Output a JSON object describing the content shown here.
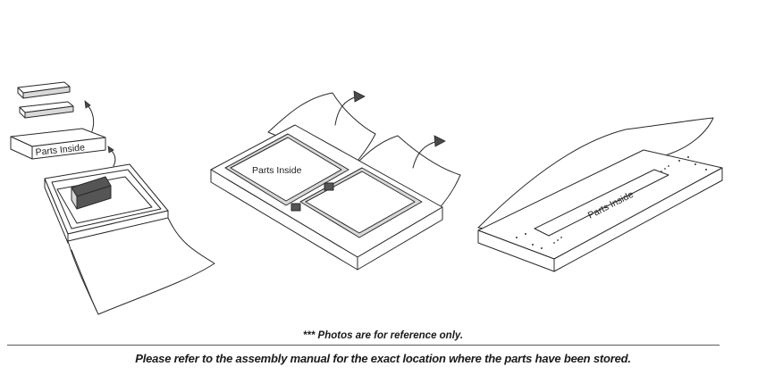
{
  "panels": [
    {
      "label": "Parts Inside"
    },
    {
      "label": "Parts Inside"
    },
    {
      "label": "Parts Inside"
    }
  ],
  "footer": {
    "reference_note": "*** Photos are for reference only.",
    "instruction": "Please refer to the assembly manual for the exact location where the parts have been stored."
  }
}
